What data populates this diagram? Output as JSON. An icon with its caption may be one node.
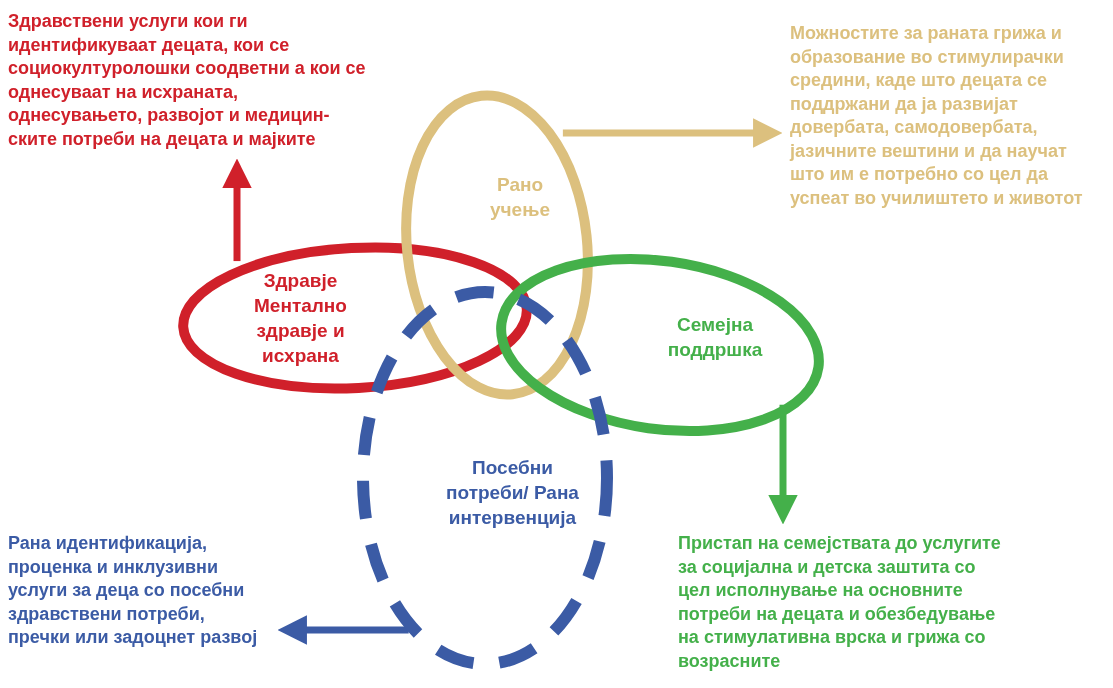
{
  "diagram": {
    "nodes": [
      {
        "text": [
          "Здравје Ментално здравје и исхрана"
        ]
      },
      {
        "text": [
          "Рано учење"
        ]
      },
      {
        "text": [
          "Семејна поддршка"
        ]
      },
      {
        "text": [
          "Посебни потреби/ Рана интервенција"
        ]
      },
      {
        "text": [
          "Здравствени услуги кои ги идентификуваат децата, кои се социокултуролошки соодветни а кои се однесуваат на исхраната, однесувањето, развојот и медицин-ските потреби на децата и мајките"
        ]
      },
      {
        "text": [
          "Можностите за раната грижа и образование во стимулирачки средини, каде што децата се поддржани да ја развијат довербата, самодовербата, јазичните вештини и да научат што им е потребно со цел да успеат во училиштето и животот"
        ]
      },
      {
        "text": [
          "Пристап на семејствата до услугите за социјална и детска заштита со цел исполнување на основните потреби на децата и обезбедување на стимулативна врска и грижа со возрасните"
        ]
      },
      {
        "text": [
          "Рана идентификација, проценка и инклузивни услуги за деца со посебни здравствени потреби, пречки или задоцнет развој"
        ]
      }
    ],
    "edges": [
      {
        "from": 0,
        "to": 4,
        "arrow": "to",
        "color": "#d0202a"
      },
      {
        "from": 1,
        "to": 5,
        "arrow": "to",
        "color": "#dcc07e"
      },
      {
        "from": 2,
        "to": 6,
        "arrow": "to",
        "color": "#44b04a"
      },
      {
        "from": 3,
        "to": 7,
        "arrow": "to",
        "color": "#3b5ba5"
      }
    ]
  }
}
